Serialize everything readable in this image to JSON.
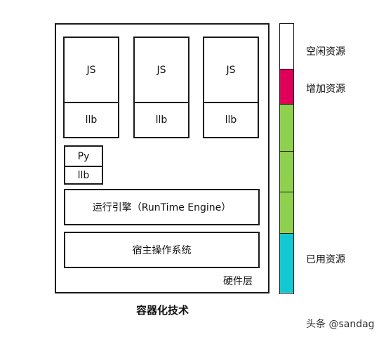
{
  "container": {
    "apps": [
      {
        "top": "JS",
        "bottom": "llb"
      },
      {
        "top": "JS",
        "bottom": "llb"
      },
      {
        "top": "JS",
        "bottom": "llb"
      }
    ],
    "py": {
      "top": "Py",
      "bottom": "llb"
    },
    "runtime_label": "运行引擎（RunTime Engine）",
    "host_os_label": "宿主操作系统",
    "hardware_label": "硬件层",
    "caption": "容器化技术"
  },
  "resource_bar": {
    "idle_label": "空闲资源",
    "added_label": "增加资源",
    "used_label": "已用资源",
    "colors": {
      "idle": "#ffffff",
      "added": "#e0005a",
      "green": "#8fd14f",
      "cyan": "#12c8d2"
    }
  },
  "watermark": "头条 @sandag"
}
